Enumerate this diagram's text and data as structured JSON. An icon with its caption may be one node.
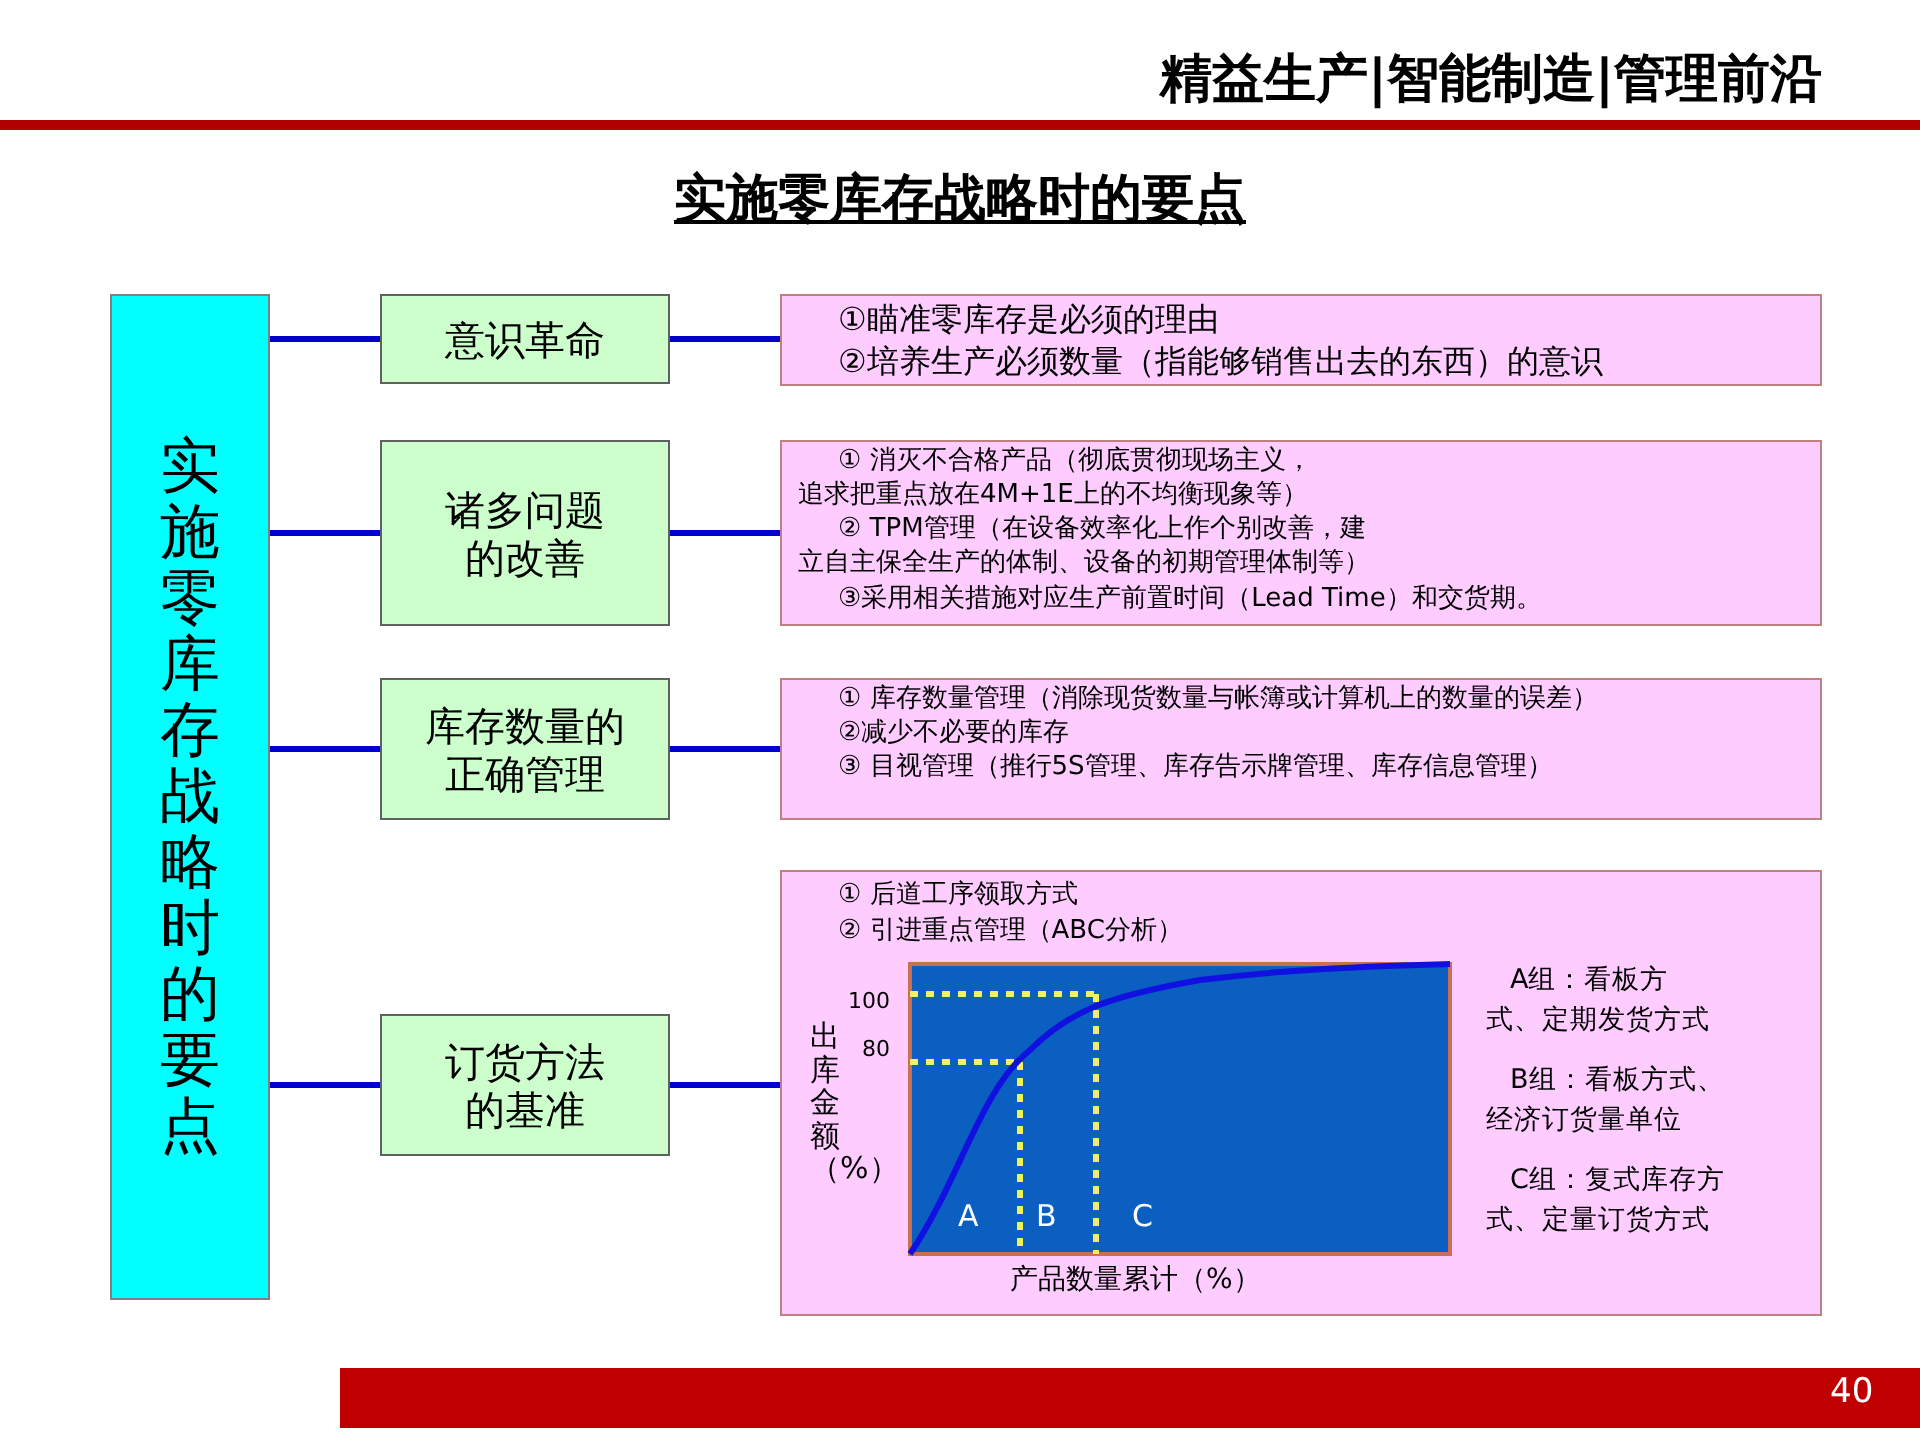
{
  "diagram": {
    "title": "实施零库存战略时的要点",
    "nodes": [
      {
        "text": [
          "实施零库存战略时的要点"
        ]
      },
      {
        "text": [
          "意识革命"
        ]
      },
      {
        "text": [
          "诸多问题的改善"
        ]
      },
      {
        "text": [
          "库存数量的正确管理"
        ]
      },
      {
        "text": [
          "订货方法的基准"
        ]
      },
      {
        "text": [
          "①瞄准零库存是必须的理由",
          "②培养生产必须数量（指能够销售出去的东西）的意识"
        ]
      },
      {
        "text": [
          "① 消灭不合格产品（彻底贯彻现场主义，追求把重点放在4M+1E上的不均衡现象等）",
          "② TPM管理（在设备效率化上作个别改善，建立自主保全生产的体制、设备的初期管理体制等）",
          "③采用相关措施对应生产前置时间（Lead Time）和交货期。"
        ]
      },
      {
        "text": [
          "① 库存数量管理（消除现货数量与帐簿或计算机上的数量的误差）",
          "②减少不必要的库存",
          "③ 目视管理（推行5S管理、库存告示牌管理、库存信息管理）"
        ]
      },
      {
        "text": [
          "① 后道工序领取方式",
          "② 引进重点管理（ABC分析）",
          "A组：看板方式、定期发货方式",
          "B组：看板方式、经济订货量单位",
          "C组：复式库存方式、定量订货方式"
        ]
      }
    ],
    "edges": [
      {
        "from": 0,
        "to": 1,
        "arrow": "none"
      },
      {
        "from": 0,
        "to": 2,
        "arrow": "none"
      },
      {
        "from": 0,
        "to": 3,
        "arrow": "none"
      },
      {
        "from": 0,
        "to": 4,
        "arrow": "none"
      },
      {
        "from": 1,
        "to": 5,
        "arrow": "none"
      },
      {
        "from": 2,
        "to": 6,
        "arrow": "none"
      },
      {
        "from": 3,
        "to": 7,
        "arrow": "none"
      },
      {
        "from": 4,
        "to": 8,
        "arrow": "none"
      }
    ],
    "labels": [
      "精益生产|智能制造|管理前沿",
      "100",
      "80",
      "出库金额（%）",
      "A",
      "B",
      "C",
      "产品数量累计（%）",
      "40"
    ]
  }
}
